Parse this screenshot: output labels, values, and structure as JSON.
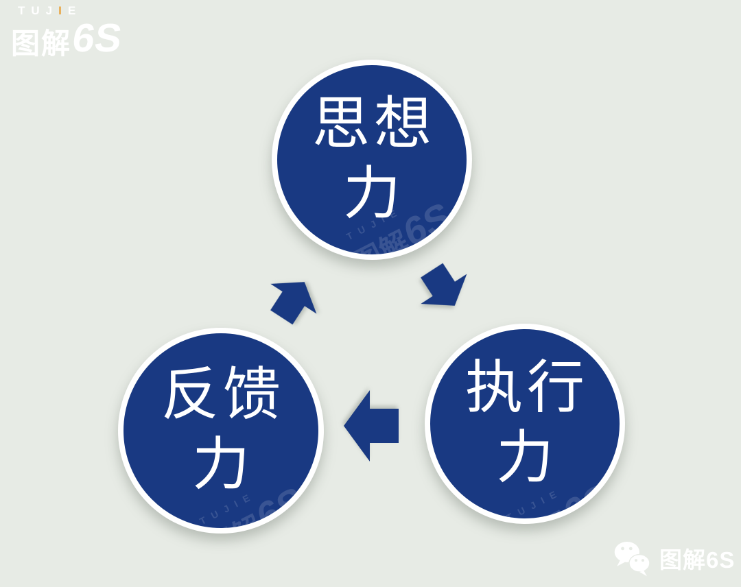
{
  "canvas": {
    "background_color": "#e7ebe5",
    "circle_color": "#193982",
    "arrow_color": "#193982",
    "circle_border_color": "#ffffff",
    "text_color": "#ffffff",
    "logo_accent_color": "#e8a33d"
  },
  "brand": {
    "tagline_left": "TUJ",
    "tagline_accent": "I",
    "tagline_right": "E",
    "name_cn": "图解",
    "name_suffix": "6S"
  },
  "diagram": {
    "type": "cycle",
    "nodes": [
      {
        "id": "thinking",
        "line1": "思想",
        "line2": "力"
      },
      {
        "id": "execution",
        "line1": "执行",
        "line2": "力"
      },
      {
        "id": "feedback",
        "line1": "反馈",
        "line2": "力"
      }
    ],
    "arrows": [
      {
        "from": "thinking",
        "to": "execution",
        "direction": "down-right"
      },
      {
        "from": "execution",
        "to": "feedback",
        "direction": "left"
      },
      {
        "from": "feedback",
        "to": "thinking",
        "direction": "up-right"
      }
    ]
  },
  "watermark": {
    "top": "TUJIE",
    "main_cn": "图解",
    "main_suffix": "6S"
  },
  "footer": {
    "account_name": "图解6S"
  }
}
